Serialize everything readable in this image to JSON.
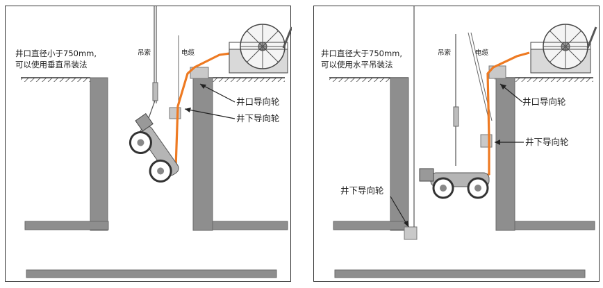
{
  "colors": {
    "wall": "#8e8e8e",
    "wall_edge": "#6a6a6a",
    "ground": "#333333",
    "cable": "#ee7a22",
    "machine": "#9a9a9a",
    "line": "#444444"
  },
  "left_panel": {
    "caption_line1": "井口直径小于750mm,",
    "caption_line2": "可以使用垂直吊装法",
    "label_rope": "吊索",
    "label_cable": "电缆",
    "label_top_pulley": "井口导向轮",
    "label_bottom_pulley": "井下导向轮"
  },
  "right_panel": {
    "caption_line1": "井口直径大于750mm,",
    "caption_line2": "可以使用水平吊装法",
    "label_rope": "吊索",
    "label_cable": "电缆",
    "label_top_pulley": "井口导向轮",
    "label_mid_pulley": "井下导向轮",
    "label_bottom_pulley": "井下导向轮"
  }
}
